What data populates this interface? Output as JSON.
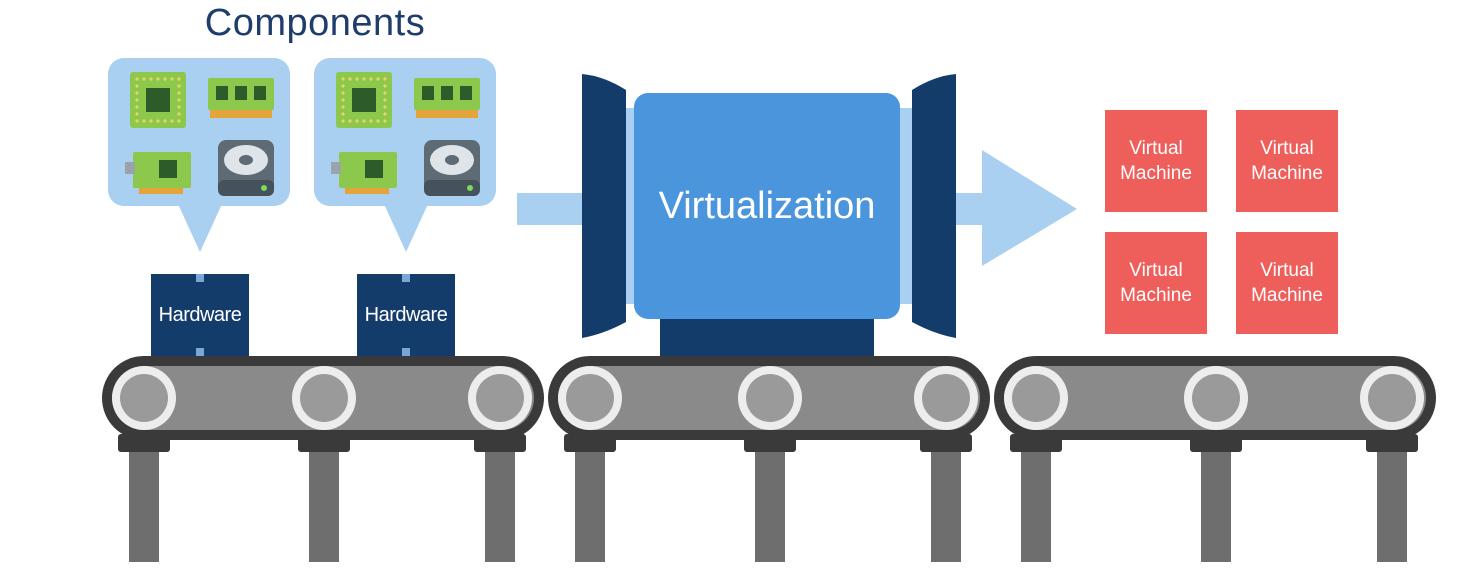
{
  "title": "Components",
  "hardware": [
    {
      "label": "Hardware"
    },
    {
      "label": "Hardware"
    }
  ],
  "component_icons": [
    "cpu-chip-icon",
    "ram-module-icon",
    "network-card-icon",
    "hard-drive-icon"
  ],
  "virtualization": {
    "label": "Virtualization"
  },
  "virtual_machines": [
    {
      "line1": "Virtual",
      "line2": "Machine"
    },
    {
      "line1": "Virtual",
      "line2": "Machine"
    },
    {
      "line1": "Virtual",
      "line2": "Machine"
    },
    {
      "line1": "Virtual",
      "line2": "Machine"
    }
  ],
  "colors": {
    "title": "#1f3d6b",
    "bubble": "#a9d0f1",
    "hardware_box": "#143c6b",
    "virtualization_core": "#4a95dc",
    "virtualization_frame": "#143c6b",
    "arrow": "#a9d0f1",
    "virtual_machine": "#ee5f5b",
    "conveyor": "#3a3a3a",
    "roller": "#9a9a9a",
    "leg": "#6e6e6e"
  }
}
